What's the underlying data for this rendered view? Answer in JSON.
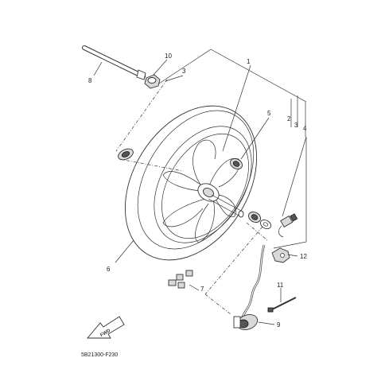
{
  "callouts": {
    "c1": "1",
    "c2": "2",
    "c3_top": "3",
    "c3_right": "3",
    "c4": "4",
    "c5": "5",
    "c6": "6",
    "c7": "7",
    "c8": "8",
    "c9": "9",
    "c10": "10",
    "c11": "11",
    "c12": "12"
  },
  "fwd_label": "FWD",
  "diagram_code": "5B21300-F230"
}
